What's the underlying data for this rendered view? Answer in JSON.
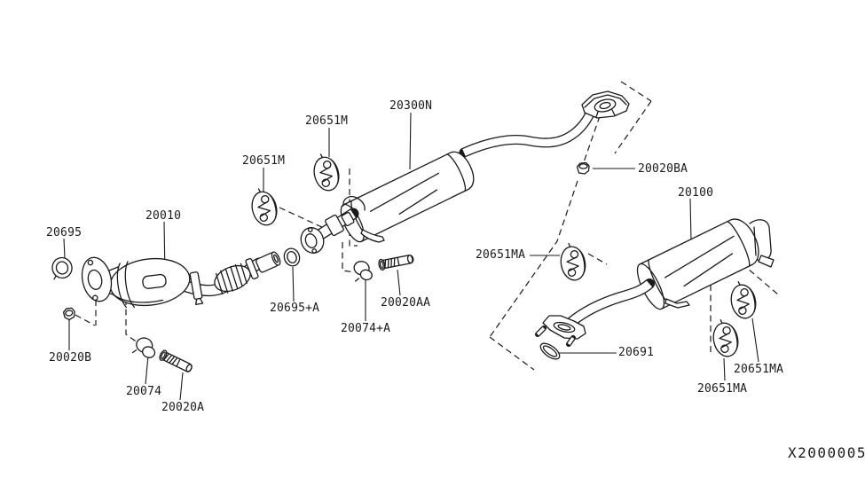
{
  "diagram": {
    "background_color": "#ffffff",
    "line_color": "#1a1a1a",
    "diagram_code": "X2000005",
    "labels": [
      {
        "text": "20651M"
      },
      {
        "text": "20651M"
      },
      {
        "text": "20300N"
      },
      {
        "text": "20020BA"
      },
      {
        "text": "20100"
      },
      {
        "text": "20695"
      },
      {
        "text": "20010"
      },
      {
        "text": "20695+A"
      },
      {
        "text": "20074+A"
      },
      {
        "text": "20020AA"
      },
      {
        "text": "20651MA"
      },
      {
        "text": "20020B"
      },
      {
        "text": "20074"
      },
      {
        "text": "20020A"
      },
      {
        "text": "20691"
      },
      {
        "text": "20651MA"
      },
      {
        "text": "20651MA"
      }
    ]
  }
}
